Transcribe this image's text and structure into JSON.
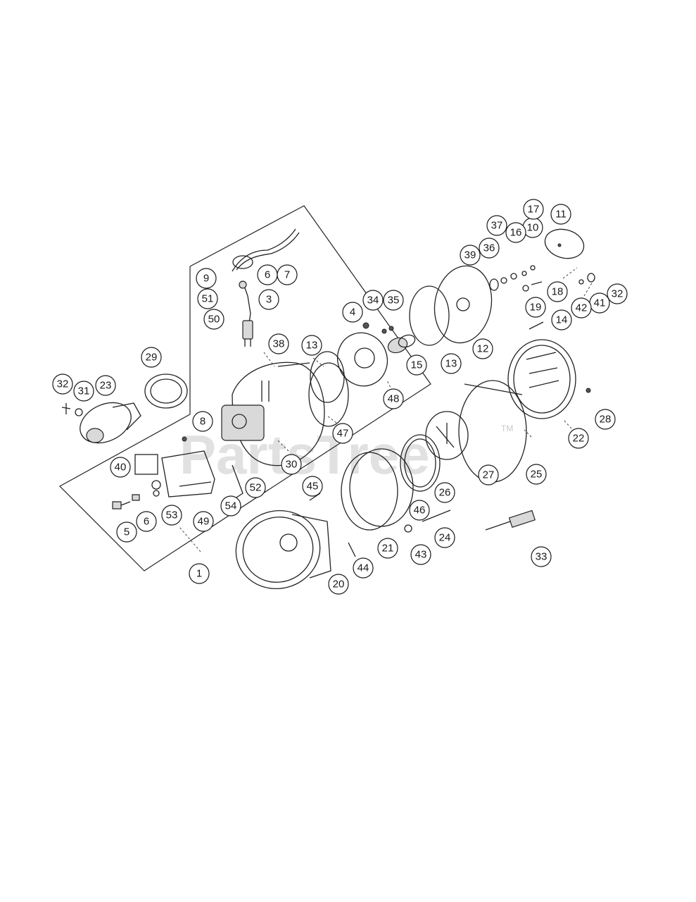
{
  "watermark": {
    "text": "PartsTree",
    "trademark": "TM"
  },
  "callouts": [
    "1",
    "3",
    "4",
    "5",
    "6",
    "6",
    "7",
    "8",
    "9",
    "10",
    "11",
    "12",
    "13",
    "13",
    "14",
    "15",
    "16",
    "17",
    "18",
    "19",
    "20",
    "21",
    "22",
    "23",
    "24",
    "25",
    "26",
    "27",
    "28",
    "29",
    "30",
    "31",
    "32",
    "32",
    "33",
    "34",
    "35",
    "36",
    "37",
    "38",
    "39",
    "40",
    "41",
    "42",
    "43",
    "44",
    "45",
    "46",
    "47",
    "48",
    "49",
    "50",
    "51",
    "52",
    "53",
    "54"
  ]
}
